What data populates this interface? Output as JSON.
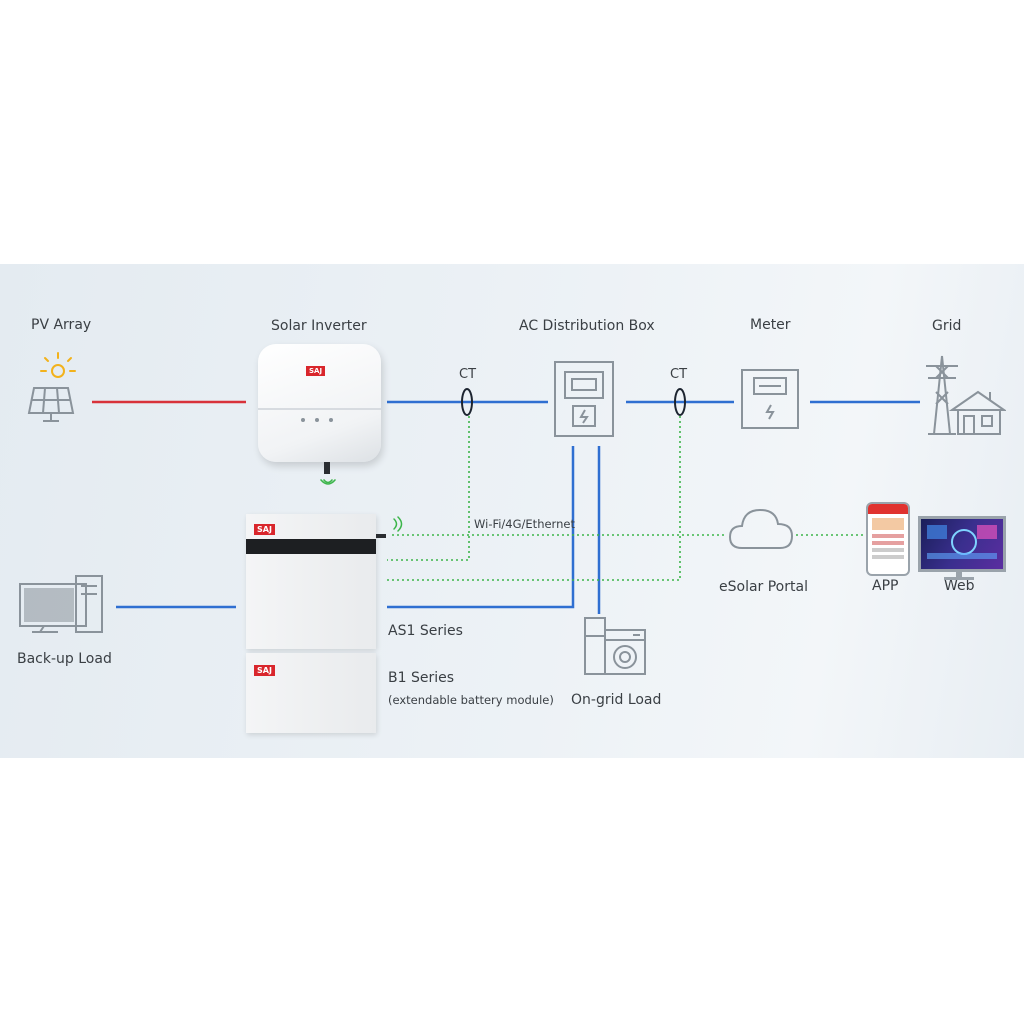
{
  "labels": {
    "pv_array": "PV Array",
    "solar_inverter": "Solar Inverter",
    "ac_distribution_box": "AC Distribution Box",
    "meter": "Meter",
    "grid": "Grid",
    "ct_left": "CT",
    "ct_right": "CT",
    "comm": "Wi-Fi/4G/Ethernet",
    "esolar_portal": "eSolar Portal",
    "app": "APP",
    "web": "Web",
    "backup_load": "Back-up Load",
    "as1_series": "AS1 Series",
    "b1_series": "B1 Series",
    "b1_note": "(extendable battery module)",
    "ongrid_load": "On-grid Load",
    "brand_inverter": "SAJ",
    "brand_as1": "SAJ",
    "brand_b1": "SAJ"
  },
  "colors": {
    "dc_line": "#d8323a",
    "ac_line": "#2f6fd1",
    "comm_line": "#3cb54a",
    "icon_stroke": "#8a939b",
    "sun": "#f2b21c",
    "brand": "#d9262c"
  }
}
